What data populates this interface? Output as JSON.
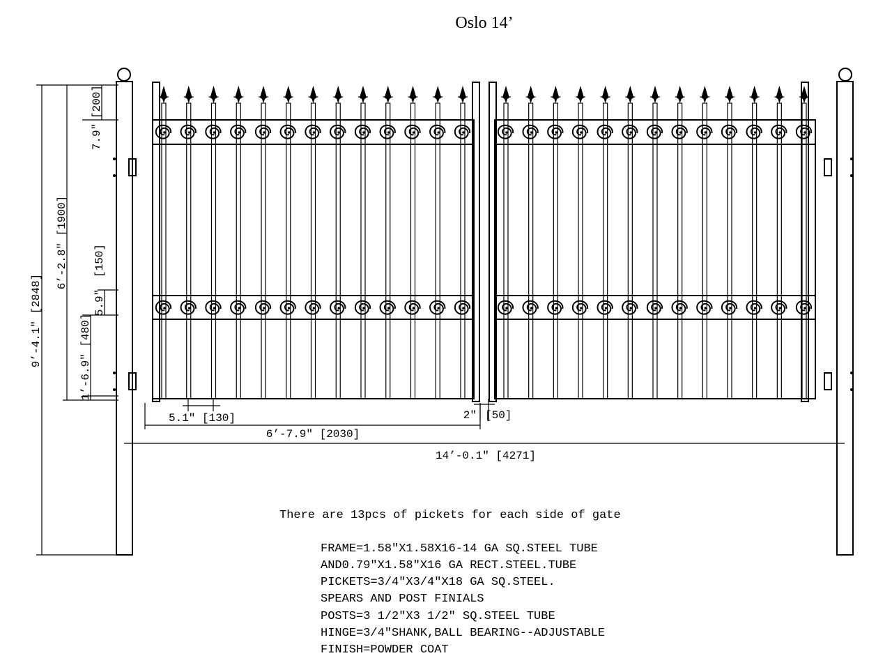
{
  "title": "Oslo 14’",
  "dimensions": {
    "overall_height": "9’-4.1\" [2848]",
    "gate_height": "6’-2.8\" [1900]",
    "top_spacing_in": "7.9\"",
    "top_spacing_mm": "[200]",
    "mid_spacing_in": "5.9\"",
    "mid_spacing_mm": "[150]",
    "bottom_height": "1’-6.9\" [480]",
    "picket_gap": "5.1\" [130]",
    "leaf_width": "6’-7.9\" [2030]",
    "center_gap_in": "2\"",
    "center_gap_mm": "[50]",
    "overall_width": "14’-0.1\" [4271]"
  },
  "notes": {
    "picket_count": "There are 13pcs of pickets for each side of gate",
    "specs": [
      "FRAME=1.58\"X1.58X16-14 GA SQ.STEEL TUBE",
      "AND0.79\"X1.58\"X16 GA RECT.STEEL.TUBE",
      "PICKETS=3/4\"X3/4\"X18 GA SQ.STEEL.",
      "SPEARS AND POST FINIALS",
      "POSTS=3 1/2\"X3 1/2\" SQ.STEEL TUBE",
      "HINGE=3/4\"SHANK,BALL BEARING--ADJUSTABLE",
      "FINISH=POWDER COAT"
    ]
  },
  "gate": {
    "pickets_per_side": 13,
    "scrolls_per_row": 13
  }
}
